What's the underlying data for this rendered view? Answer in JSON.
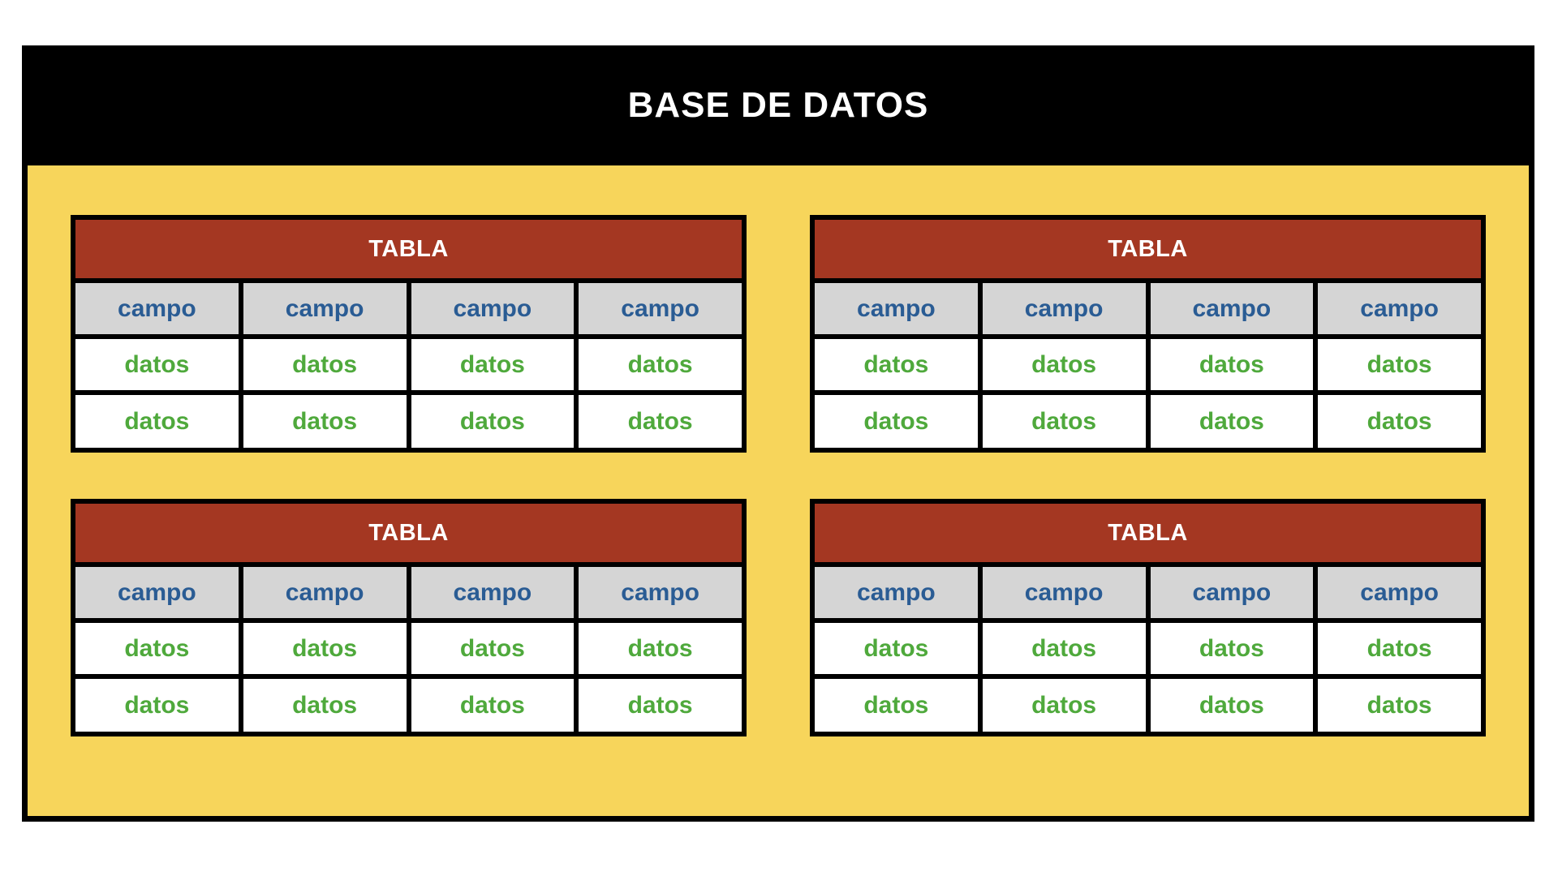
{
  "colors": {
    "page_bg": "#FFFFFF",
    "header_bar": "#000000",
    "panel_bg": "#F7D55B",
    "table_header_bg": "#A43722",
    "field_bg": "#D5D5D5",
    "data_bg": "#FFFFFF",
    "title_text": "#FFFFFF",
    "field_text": "#2A5C94",
    "data_text": "#4FA93C",
    "border": "#000000"
  },
  "database": {
    "title": "BASE DE DATOS",
    "tables": [
      {
        "title": "TABLA",
        "fields": [
          "campo",
          "campo",
          "campo",
          "campo"
        ],
        "rows": [
          [
            "datos",
            "datos",
            "datos",
            "datos"
          ],
          [
            "datos",
            "datos",
            "datos",
            "datos"
          ]
        ]
      },
      {
        "title": "TABLA",
        "fields": [
          "campo",
          "campo",
          "campo",
          "campo"
        ],
        "rows": [
          [
            "datos",
            "datos",
            "datos",
            "datos"
          ],
          [
            "datos",
            "datos",
            "datos",
            "datos"
          ]
        ]
      },
      {
        "title": "TABLA",
        "fields": [
          "campo",
          "campo",
          "campo",
          "campo"
        ],
        "rows": [
          [
            "datos",
            "datos",
            "datos",
            "datos"
          ],
          [
            "datos",
            "datos",
            "datos",
            "datos"
          ]
        ]
      },
      {
        "title": "TABLA",
        "fields": [
          "campo",
          "campo",
          "campo",
          "campo"
        ],
        "rows": [
          [
            "datos",
            "datos",
            "datos",
            "datos"
          ],
          [
            "datos",
            "datos",
            "datos",
            "datos"
          ]
        ]
      }
    ]
  }
}
